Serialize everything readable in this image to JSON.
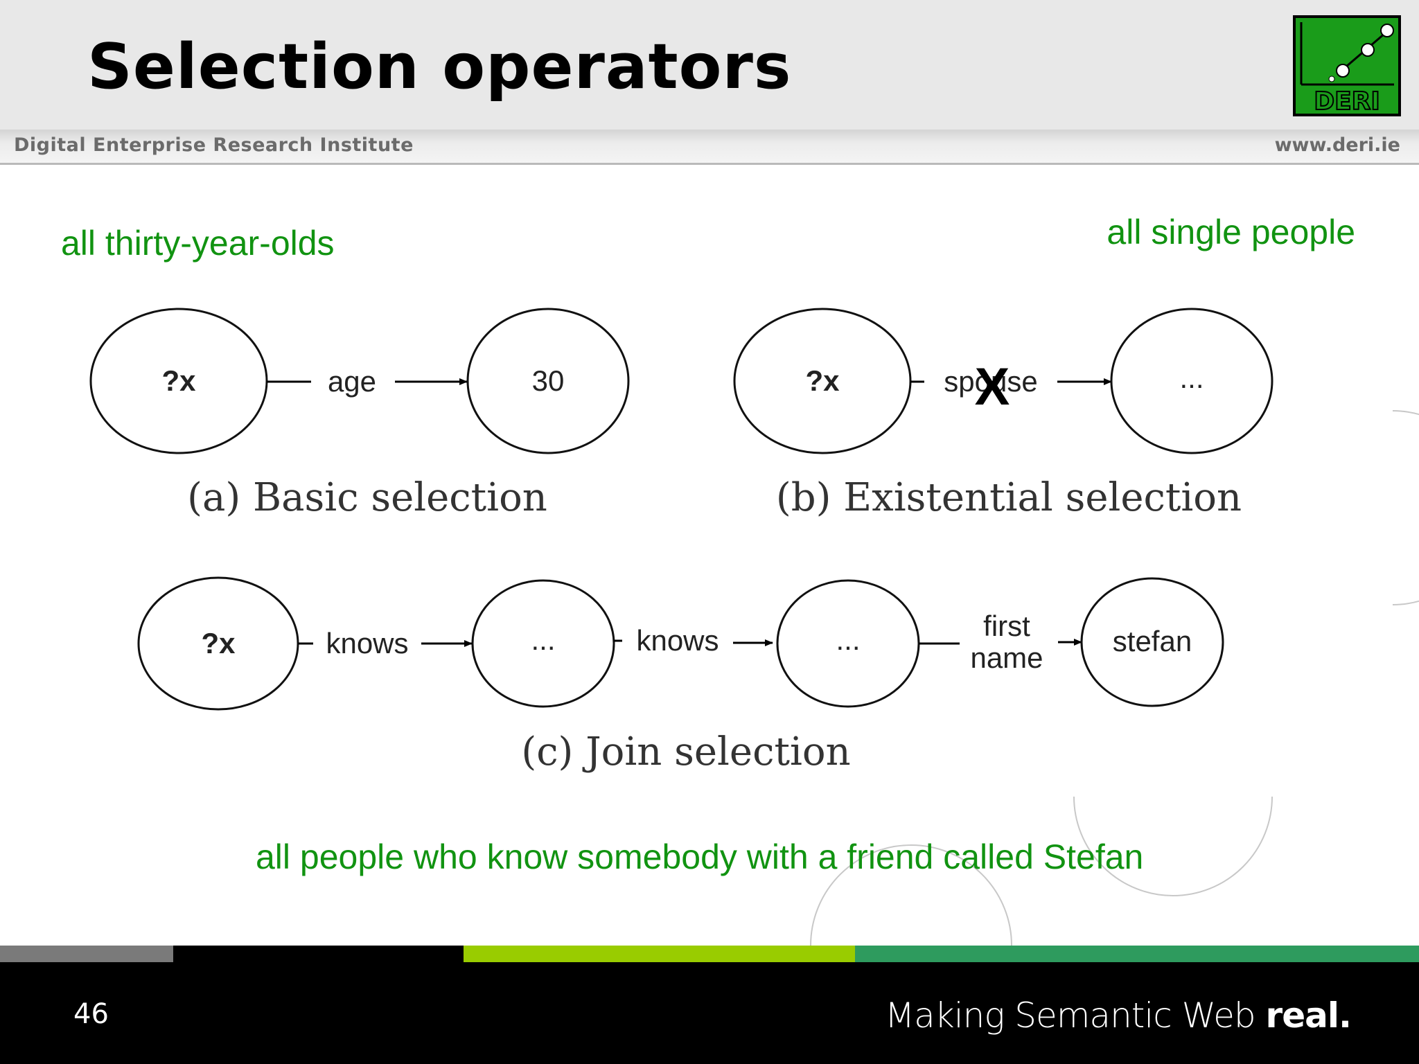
{
  "header": {
    "title": "Selection operators",
    "institute": "Digital Enterprise Research Institute",
    "url": "www.deri.ie",
    "logo_text": "DERI"
  },
  "captions": {
    "basic": "all thirty-year-olds",
    "existential": "all single people",
    "join": "all people who know somebody with a friend called Stefan"
  },
  "figures": {
    "a": {
      "subject": "?x",
      "predicate": "age",
      "object": "30",
      "label": "(a) Basic selection"
    },
    "b": {
      "subject": "?x",
      "predicate": "spouse",
      "cross_mark": "X",
      "object": "...",
      "label": "(b) Existential selection"
    },
    "c": {
      "subject": "?x",
      "predicate_1": "knows",
      "node_2": "...",
      "predicate_2": "knows",
      "node_3": "...",
      "predicate_3_line1": "first",
      "predicate_3_line2": "name",
      "object": "stefan",
      "label": "(c) Join selection"
    }
  },
  "footer": {
    "page_number": "46",
    "tagline_prefix": "Making Semantic Web ",
    "tagline_strong": "real."
  },
  "colors": {
    "caption_green": "#119311",
    "stripe": [
      "#7a7a7a",
      "#000000",
      "#99cc00",
      "#2e9b5e"
    ]
  }
}
